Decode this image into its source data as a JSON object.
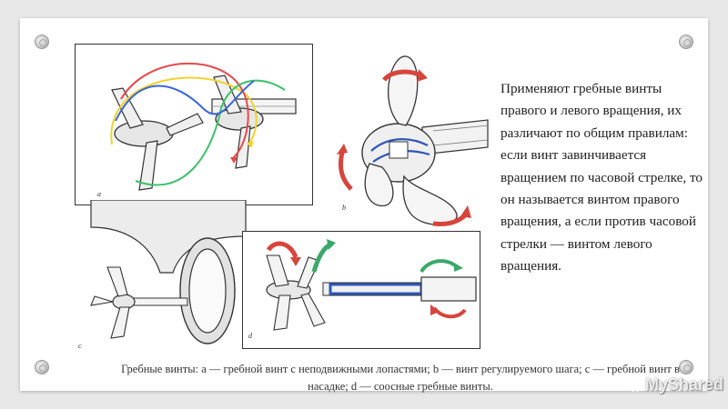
{
  "body_text": "Применяют гребные винты правого и левого вращения, их различают по общим правилам: если винт завинчивается вращением по часовой стрелке, то он называется винтом правого вращения, а если против часовой стрелки — винтом левого вращения.",
  "caption": "Гребные винты: а — гребной винт с неподвижными лопастями; b — винт регулируемого шага; с — гребной винт в насадке; d — соосные гребные винты.",
  "panels": {
    "a_letter": "a",
    "b_letter": "b",
    "c_letter": "c",
    "d_letter": "d"
  },
  "watermark": "MyShared",
  "colors": {
    "arrow_red": "#d6453c",
    "arrow_green": "#3aa86b",
    "shaft_blue": "#2f56b8",
    "helix_yellow": "#f2d22e",
    "helix_green": "#3ec06a",
    "helix_red": "#e8484a",
    "helix_blue": "#3a66d6"
  },
  "icons": [
    "bolt-icon",
    "presentation-icon"
  ]
}
